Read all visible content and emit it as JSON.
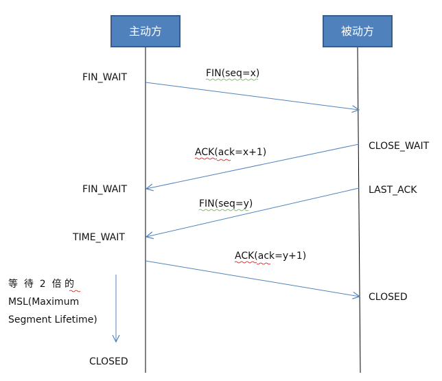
{
  "actors": {
    "left": "主动方",
    "right": "被动方"
  },
  "states": {
    "left_1": "FIN_WAIT",
    "left_2": "FIN_WAIT",
    "left_3": "TIME_WAIT",
    "left_4": "CLOSED",
    "right_1": "CLOSE_WAIT",
    "right_2": "LAST_ACK",
    "right_3": "CLOSED"
  },
  "messages": {
    "m1": "FIN(seq=x)",
    "m2": "ACK(ack=x+1)",
    "m3": "FIN(seq=y)",
    "m4": "ACK(ack=y+1)"
  },
  "note": {
    "line1": "等  待  2  倍 的",
    "line2": "MSL(Maximum",
    "line3": "Segment Lifetime)"
  },
  "colors": {
    "header_fill": "#4f81bd",
    "header_border": "#385d8a",
    "arrow": "#4f81bd",
    "lifeline": "#000000"
  }
}
